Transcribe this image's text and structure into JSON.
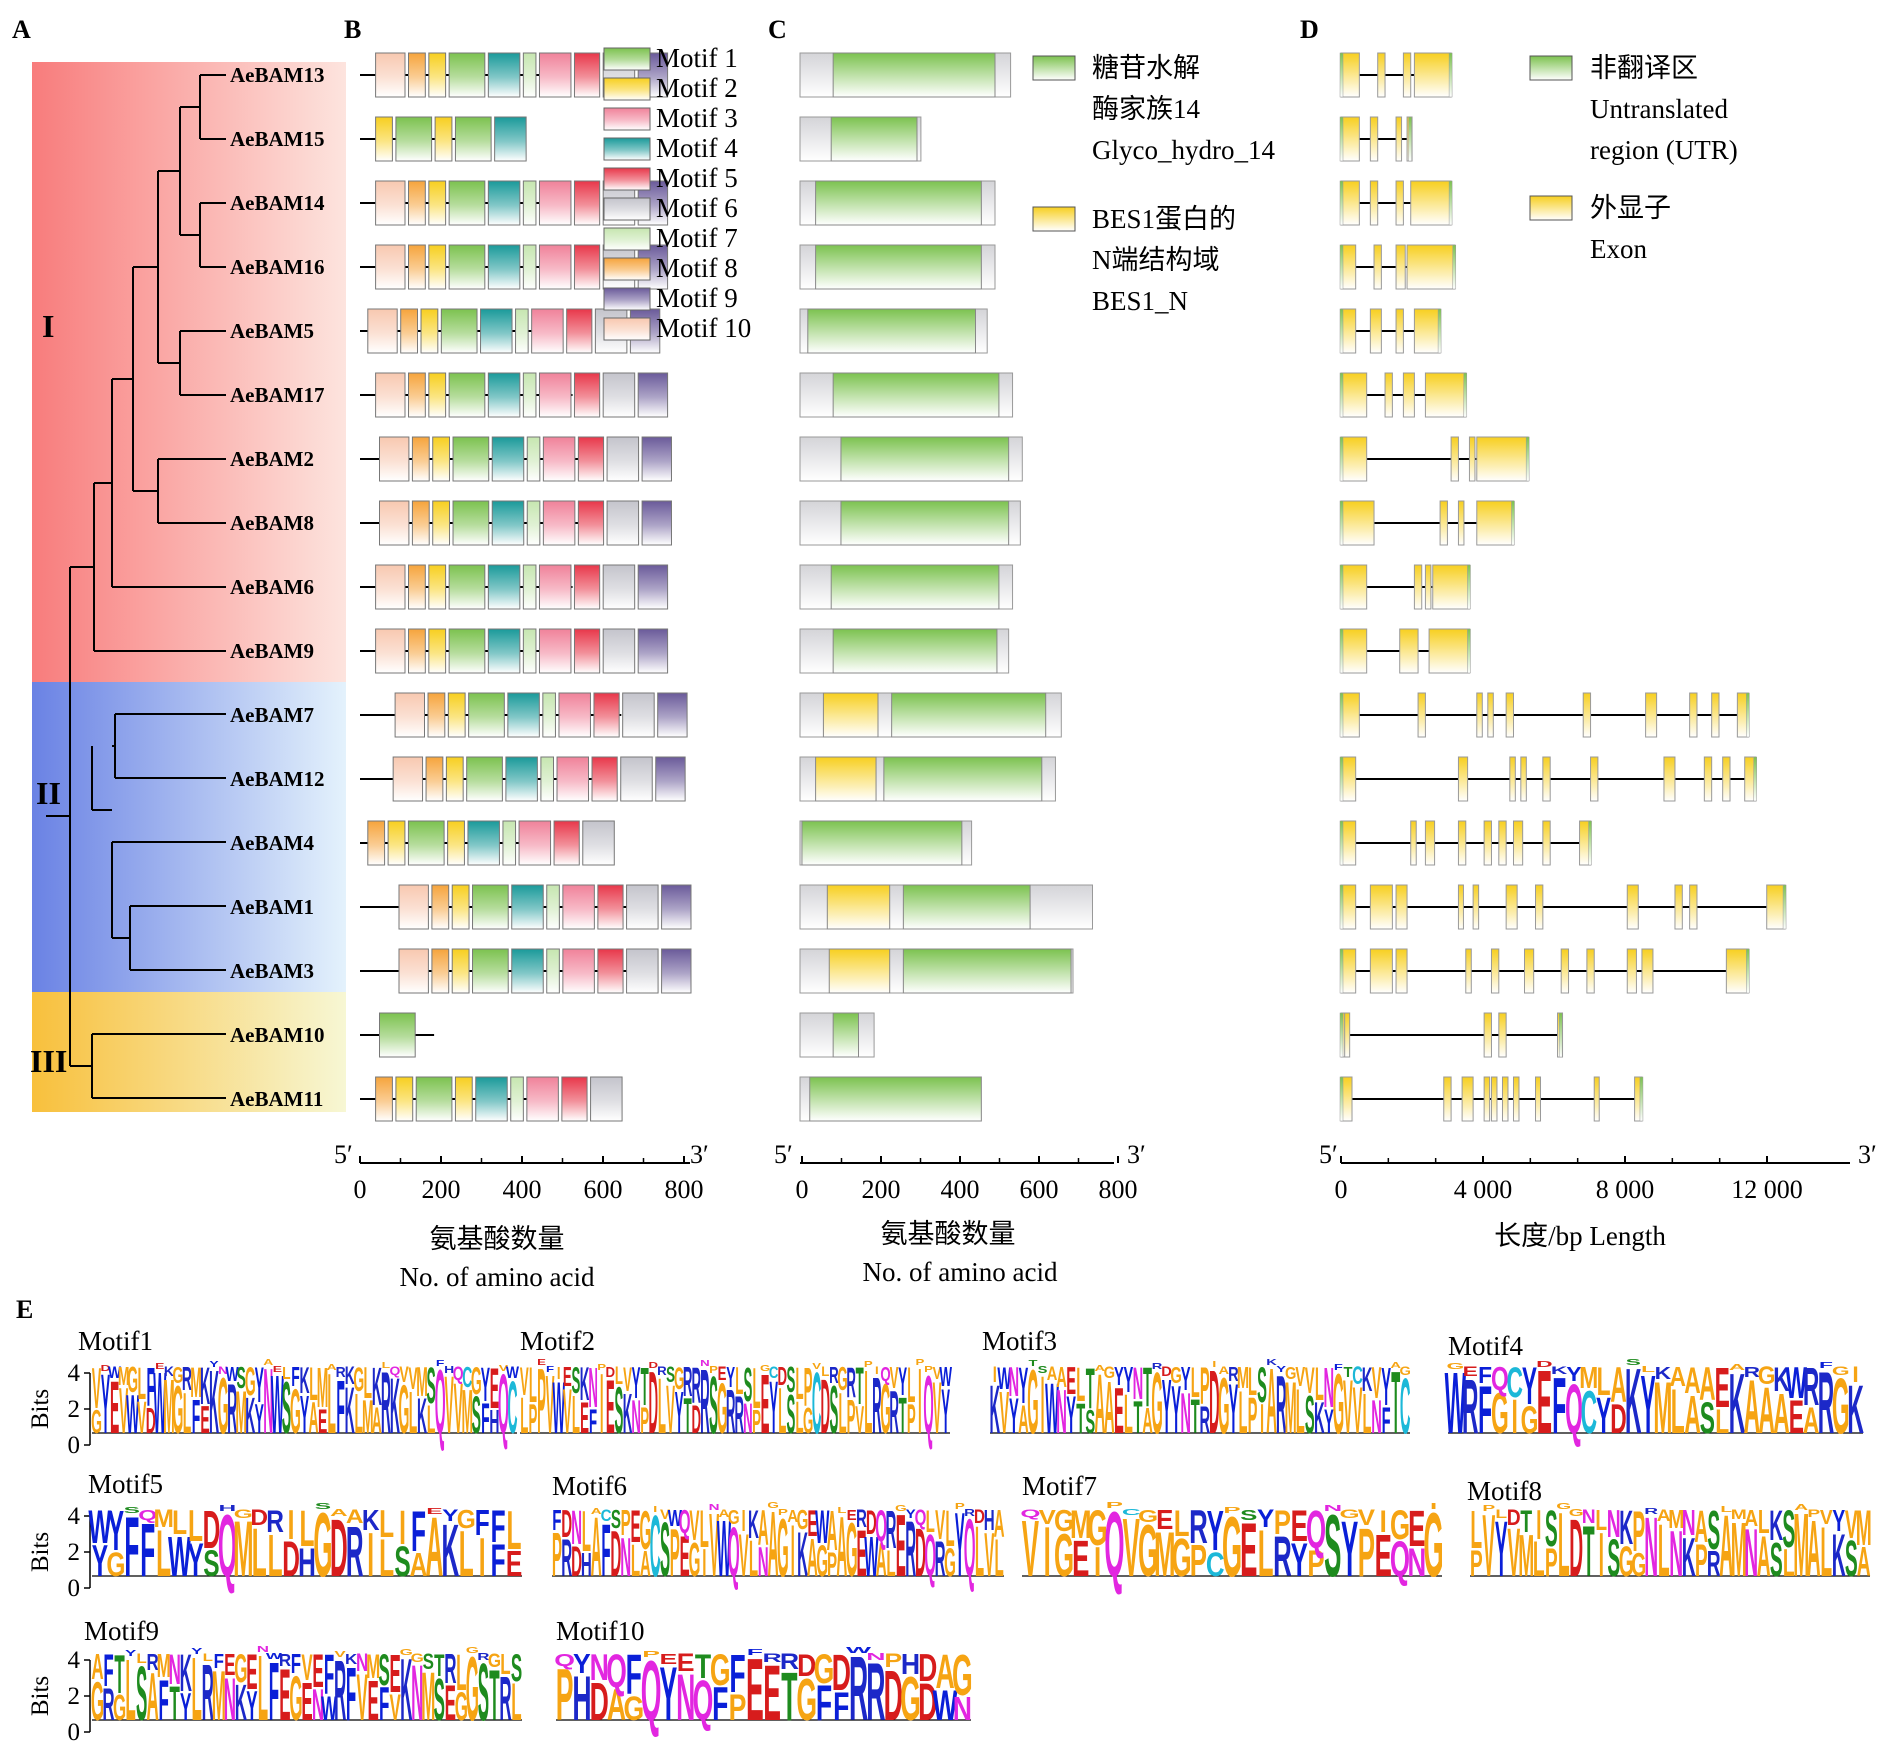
{
  "panel_labels": {
    "a": "A",
    "b": "B",
    "c": "C",
    "d": "D",
    "e": "E"
  },
  "clades": [
    "I",
    "II",
    "III"
  ],
  "genes": [
    "AeBAM13",
    "AeBAM15",
    "AeBAM14",
    "AeBAM16",
    "AeBAM5",
    "AeBAM17",
    "AeBAM2",
    "AeBAM8",
    "AeBAM6",
    "AeBAM9",
    "AeBAM7",
    "AeBAM12",
    "AeBAM4",
    "AeBAM1",
    "AeBAM3",
    "AeBAM10",
    "AeBAM11"
  ],
  "gene_clades": [
    "I",
    "I",
    "I",
    "I",
    "I",
    "I",
    "I",
    "I",
    "I",
    "I",
    "II",
    "II",
    "II",
    "II",
    "II",
    "III",
    "III"
  ],
  "protein_lengths": [
    540,
    310,
    500,
    500,
    480,
    545,
    570,
    565,
    545,
    535,
    670,
    655,
    440,
    750,
    700,
    190,
    460
  ],
  "motif_legend": [
    "Motif 1",
    "Motif 2",
    "Motif 3",
    "Motif 4",
    "Motif 5",
    "Motif 6",
    "Motif 7",
    "Motif 8",
    "Motif 9",
    "Motif 10"
  ],
  "colors": {
    "motif": [
      "#7cc24f",
      "#f7cf1f",
      "#f0829a",
      "#1a9a9a",
      "#e8374a",
      "#c4c4cc",
      "#c6e6b0",
      "#f6a43c",
      "#6a5a9a",
      "#f8c8b0"
    ],
    "clade_I": "#f87c7c",
    "clade_II": "#6a82e4",
    "clade_III": "#f8c03c",
    "domain_glyco": "#7cc24f",
    "domain_bes1": "#f7cf1f",
    "utr": "#7cc24f",
    "exon": "#f7cf1f"
  },
  "domain_legend": {
    "glyco_zh_1": "糖苷水解",
    "glyco_zh_2": "酶家族14",
    "glyco_en": "Glyco_hydro_14",
    "bes1_zh_1": "BES1蛋白的",
    "bes1_zh_2": "N端结构域",
    "bes1_en": "BES1_N"
  },
  "gene_legend": {
    "utr_zh": "非翻译区",
    "utr_en_1": "Untranslated",
    "utr_en_2": "region (UTR)",
    "exon_zh": "外显子",
    "exon_en": "Exon"
  },
  "axes": {
    "b": {
      "five": "5′",
      "three": "3′",
      "ticks": [
        "0",
        "200",
        "400",
        "600",
        "800"
      ],
      "label_zh": "氨基酸数量",
      "label_en": "No. of amino acid"
    },
    "c": {
      "five": "5′",
      "three": "3′",
      "ticks": [
        "0",
        "200",
        "400",
        "600",
        "800"
      ],
      "label_zh": "氨基酸数量",
      "label_en": "No. of amino acid"
    },
    "d": {
      "five": "5′",
      "three": "3′",
      "ticks": [
        "0",
        "4 000",
        "8 000",
        "12 000"
      ],
      "label": "长度/bp  Length"
    }
  },
  "logos": {
    "bits_label": "Bits",
    "ticks": [
      "4",
      "2",
      "0"
    ],
    "titles": [
      "Motif1",
      "Motif2",
      "Motif3",
      "Motif4",
      "Motif5",
      "Motif6",
      "Motif7",
      "Motif8",
      "Motif9",
      "Motif10"
    ],
    "sequences": [
      "GYEVWVDWMGLFEKGRMKYNWSGYAELFKLMARKGLKLQVVMSFHQC",
      "LPPVWVLEFIESKNPDLVYTDRSGRRNPEYLSLGCDSLPVLRGRTPIQVY",
      "KVYAGIWNYTSAAELTAGYYNTRDGYLPIARMLSKYGVVLNFTC",
      "WRFGIGEFQCYDKYMLASLKAAAEARGK",
      "YGFFLWYSQMLLDHGDRILSAAKLIFE",
      "PRDHAFDNLACSPEGIVWQVLNAGIKAGPAGEWALERDQRGYQLVL",
      "VIGEIQVGMGPCGELRYPSYPEQNG",
      "PVYVMLPLDTISGGNLNKPRAMNASLMALKSA",
      "GRGLSAFTYLRMNKYLFEGENWRFVEFVKNMSEGGSTRL",
      "PHDAGQYNQFPEETGFFRRDGDWN"
    ]
  }
}
